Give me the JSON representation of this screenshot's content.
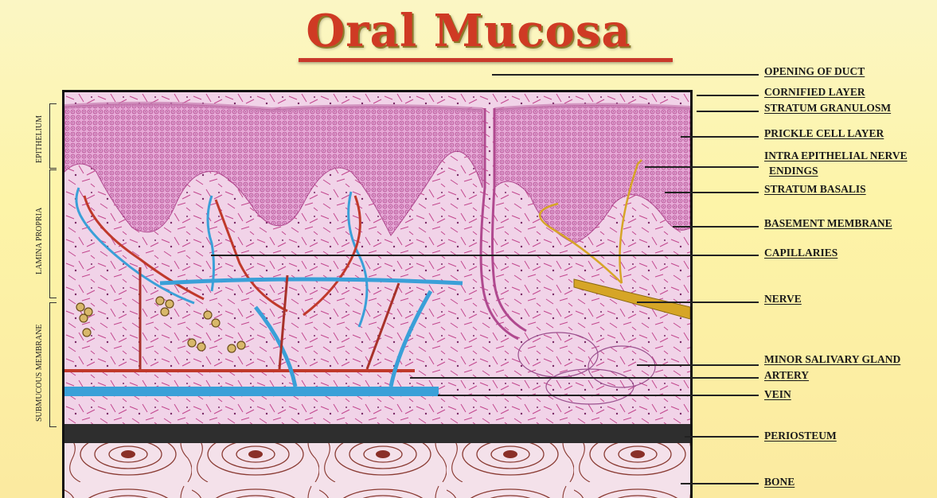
{
  "title": "Oral Mucosa",
  "side_labels": {
    "epithelium": "EPITHELIUM",
    "lamina_propria": "LAMINA PROPRIA",
    "submucous": "SUBMUCOUS MEMBRANE"
  },
  "labels": {
    "opening_of_duct": "OPENING OF DUCT",
    "cornified_layer": "CORNIFIED LAYER",
    "stratum_granulosm": "STRATUM GRANULOSM",
    "prickle_cell_layer": "PRICKLE CELL LAYER",
    "intra_epithelial_line1": "INTRA EPITHELIAL NERVE",
    "intra_epithelial_line2": "ENDINGS",
    "stratum_basalis": "STRATUM BASALIS",
    "basement_membrane": "BASEMENT MEMBRANE",
    "capillaries": "CAPILLARIES",
    "nerve": "NERVE",
    "minor_salivary_gland": "MINOR SALIVARY GLAND",
    "artery": "ARTERY",
    "vein": "VEIN",
    "periosteum": "PERIOSTEUM",
    "bone": "BONE"
  },
  "colors": {
    "title": "#cf3a24",
    "epithelium": "#d98ac4",
    "connective": "#f0cfe4",
    "vein": "#3aa0d8",
    "artery": "#c0392b",
    "nerve": "#d6a526",
    "periosteum": "#2e2e2e",
    "bone": "#a3473b"
  }
}
